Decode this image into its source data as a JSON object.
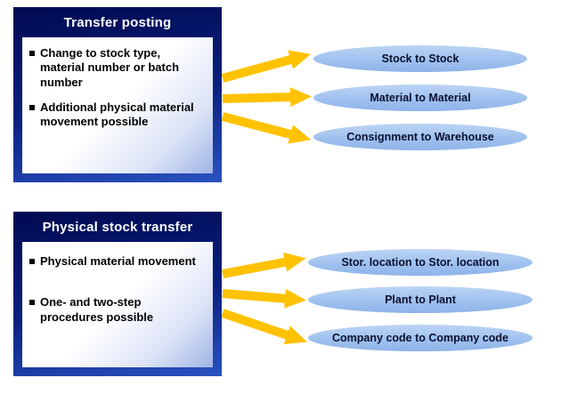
{
  "panels": [
    {
      "title": "Transfer posting",
      "bullets": [
        "Change to stock type, material number or batch number",
        "Additional physical material movement possible"
      ],
      "targets": [
        "Stock to Stock",
        "Material to Material",
        "Consignment to Warehouse"
      ]
    },
    {
      "title": "Physical stock transfer",
      "bullets": [
        "Physical material movement",
        "One- and two-step procedures possible"
      ],
      "targets": [
        "Stor. location to Stor. location",
        "Plant to Plant",
        "Company code to Company code"
      ]
    }
  ],
  "colors": {
    "frame_dark": "#000a50",
    "frame_light": "#2a52c0",
    "arrow": "#ffc200",
    "ellipse_fill": "#9dbfee",
    "panel_title_text": "#ffffff",
    "body_text": "#000000"
  }
}
